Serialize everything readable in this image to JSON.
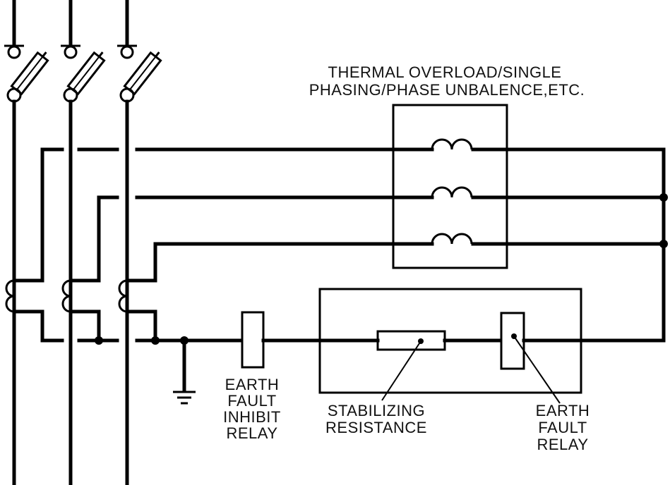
{
  "diagram": {
    "title_lines": [
      "THERMAL OVERLOAD/SINGLE",
      "PHASING/PHASE UNBALENCE,ETC."
    ],
    "labels": {
      "inhibit_relay": [
        "EARTH",
        "FAULT",
        "INHIBIT",
        "RELAY"
      ],
      "stabilizing_resistance": [
        "STABILIZING",
        "RESISTANCE"
      ],
      "earth_fault_relay": [
        "EARTH",
        "FAULT",
        "RELAY"
      ]
    },
    "components": {
      "phases": 3,
      "fuses": 3,
      "current_transformers": 3,
      "thermal_overload_coils": 3
    },
    "colors": {
      "line": "#000000",
      "background": "#ffffff"
    }
  }
}
